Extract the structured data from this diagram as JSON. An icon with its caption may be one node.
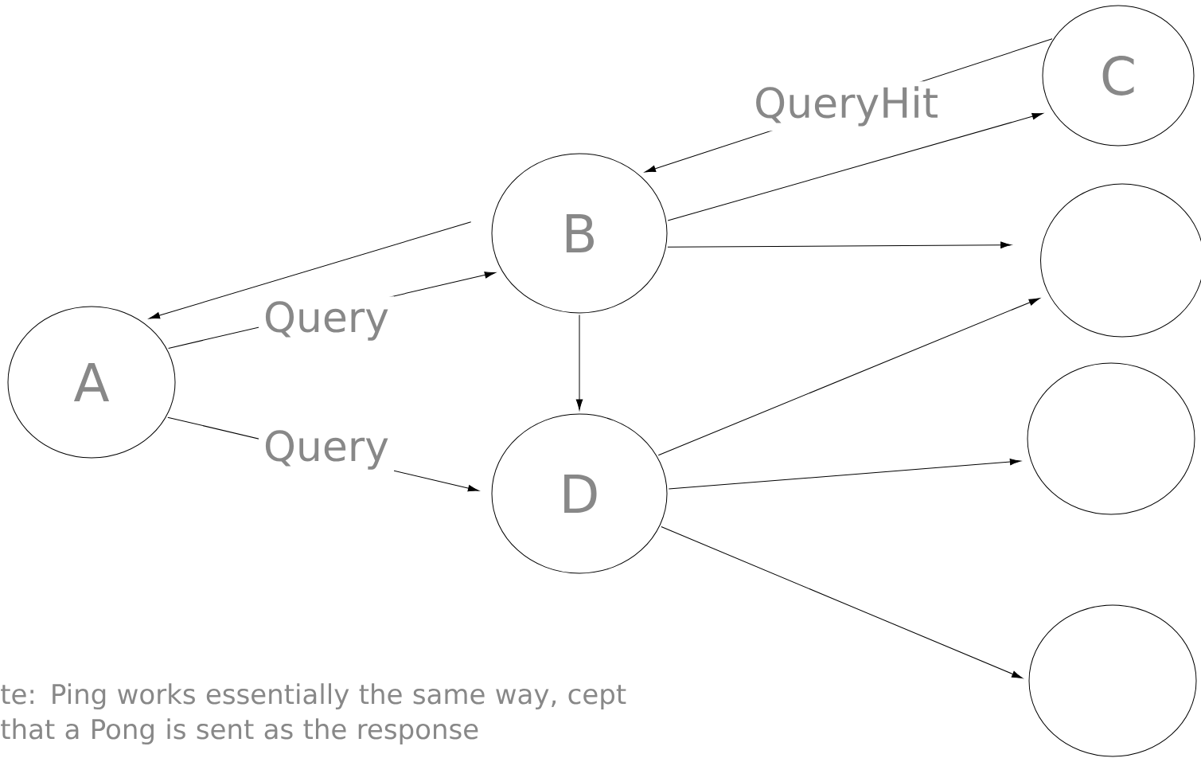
{
  "diagram": {
    "nodes": [
      {
        "text": [
          "A"
        ]
      },
      {
        "text": [
          "B"
        ]
      },
      {
        "text": [
          "D"
        ]
      },
      {
        "text": [
          "C"
        ]
      },
      {
        "text": [],
        "shape": "circle"
      },
      {
        "text": [],
        "shape": "circle"
      },
      {
        "text": [],
        "shape": "circle"
      }
    ],
    "edges": [
      {
        "from": 0,
        "to": 1,
        "arrow": "to",
        "label": "Query"
      },
      {
        "from": 0,
        "to": 2,
        "arrow": "to",
        "label": "Query"
      },
      {
        "from": 1,
        "to": 0,
        "arrow": "to"
      },
      {
        "from": 3,
        "to": 1,
        "arrow": "to",
        "label": "QueryHit"
      },
      {
        "from": 1,
        "to": 3,
        "arrow": "to"
      },
      {
        "from": 1,
        "to": 4,
        "arrow": "to"
      },
      {
        "from": 1,
        "to": 2,
        "arrow": "to"
      },
      {
        "from": 2,
        "to": 4,
        "arrow": "to"
      },
      {
        "from": 2,
        "to": 5,
        "arrow": "to"
      },
      {
        "from": 2,
        "to": 6,
        "arrow": "to"
      }
    ],
    "labels": [
      "te: Ping works essentially the same way, cept that a Pong is sent as the response"
    ]
  }
}
